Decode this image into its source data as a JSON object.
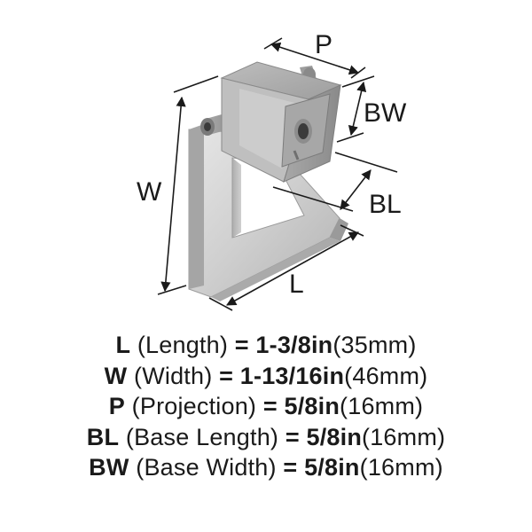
{
  "diagram": {
    "labels": {
      "p": "P",
      "bw": "BW",
      "w": "W",
      "bl": "BL",
      "l": "L"
    },
    "colors": {
      "metal_light": "#d9d9d9",
      "metal_mid": "#bdbdbd",
      "metal_dark": "#8f8f8f",
      "line": "#1a1a1a"
    },
    "icons": {
      "product": "drawer-ring-pull-icon"
    }
  },
  "specs": [
    {
      "abbr": "L",
      "name": "(Length)",
      "eq": "=",
      "imperial": "1-3/8in",
      "metric": "(35mm)"
    },
    {
      "abbr": "W",
      "name": "(Width)",
      "eq": "=",
      "imperial": "1-13/16in",
      "metric": "(46mm)"
    },
    {
      "abbr": "P",
      "name": "(Projection)",
      "eq": "=",
      "imperial": "5/8in",
      "metric": "(16mm)"
    },
    {
      "abbr": "BL",
      "name": "(Base Length)",
      "eq": "=",
      "imperial": "5/8in",
      "metric": "(16mm)"
    },
    {
      "abbr": "BW",
      "name": "(Base Width)",
      "eq": "=",
      "imperial": "5/8in",
      "metric": "(16mm)"
    }
  ]
}
